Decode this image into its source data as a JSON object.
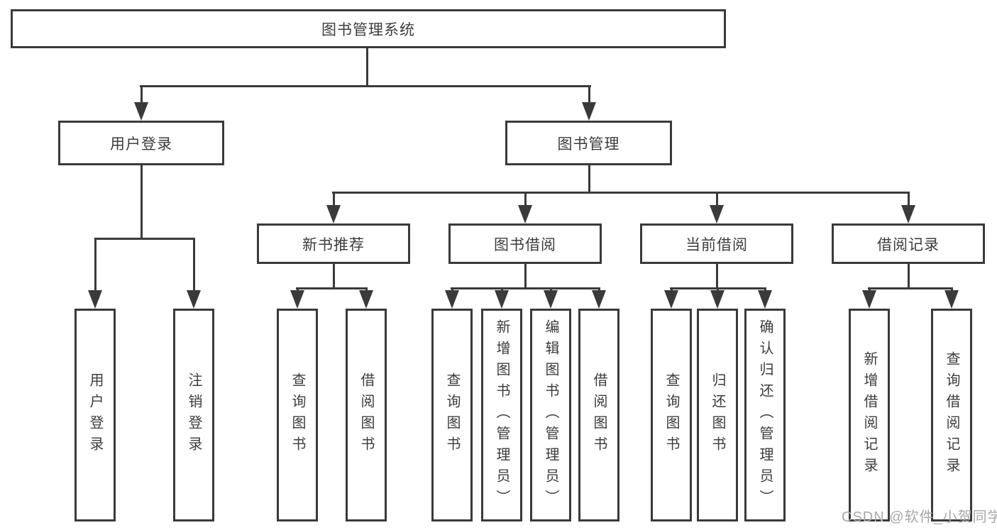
{
  "diagram": {
    "title": "图书管理系统",
    "colors": {
      "line": "#3a3a3a",
      "text": "#3c3c3c",
      "background": "#ffffff",
      "watermark": "#a8a8a8"
    },
    "root": {
      "label": "图书管理系统"
    },
    "level1": [
      {
        "label": "用户登录"
      },
      {
        "label": "图书管理"
      }
    ],
    "level2": [
      {
        "label": "新书推荐"
      },
      {
        "label": "图书借阅"
      },
      {
        "label": "当前借阅"
      },
      {
        "label": "借阅记录"
      }
    ],
    "leaves": {
      "user_login": [
        {
          "label": "用户登录"
        },
        {
          "label": "注销登录"
        }
      ],
      "new_book_recommend": [
        {
          "label": "查询图书"
        },
        {
          "label": "借阅图书"
        }
      ],
      "book_borrowing": [
        {
          "label": "查询图书"
        },
        {
          "label": "新增图书（管理员）"
        },
        {
          "label": "编辑图书（管理员）"
        },
        {
          "label": "借阅图书"
        }
      ],
      "current_borrowing": [
        {
          "label": "查询图书"
        },
        {
          "label": "归还图书"
        },
        {
          "label": "确认归还（管理员）"
        }
      ],
      "borrowing_records": [
        {
          "label": "新增借阅记录"
        },
        {
          "label": "查询借阅记录"
        }
      ]
    },
    "watermark": {
      "text": "CSDN @软件_小贺同学"
    }
  }
}
